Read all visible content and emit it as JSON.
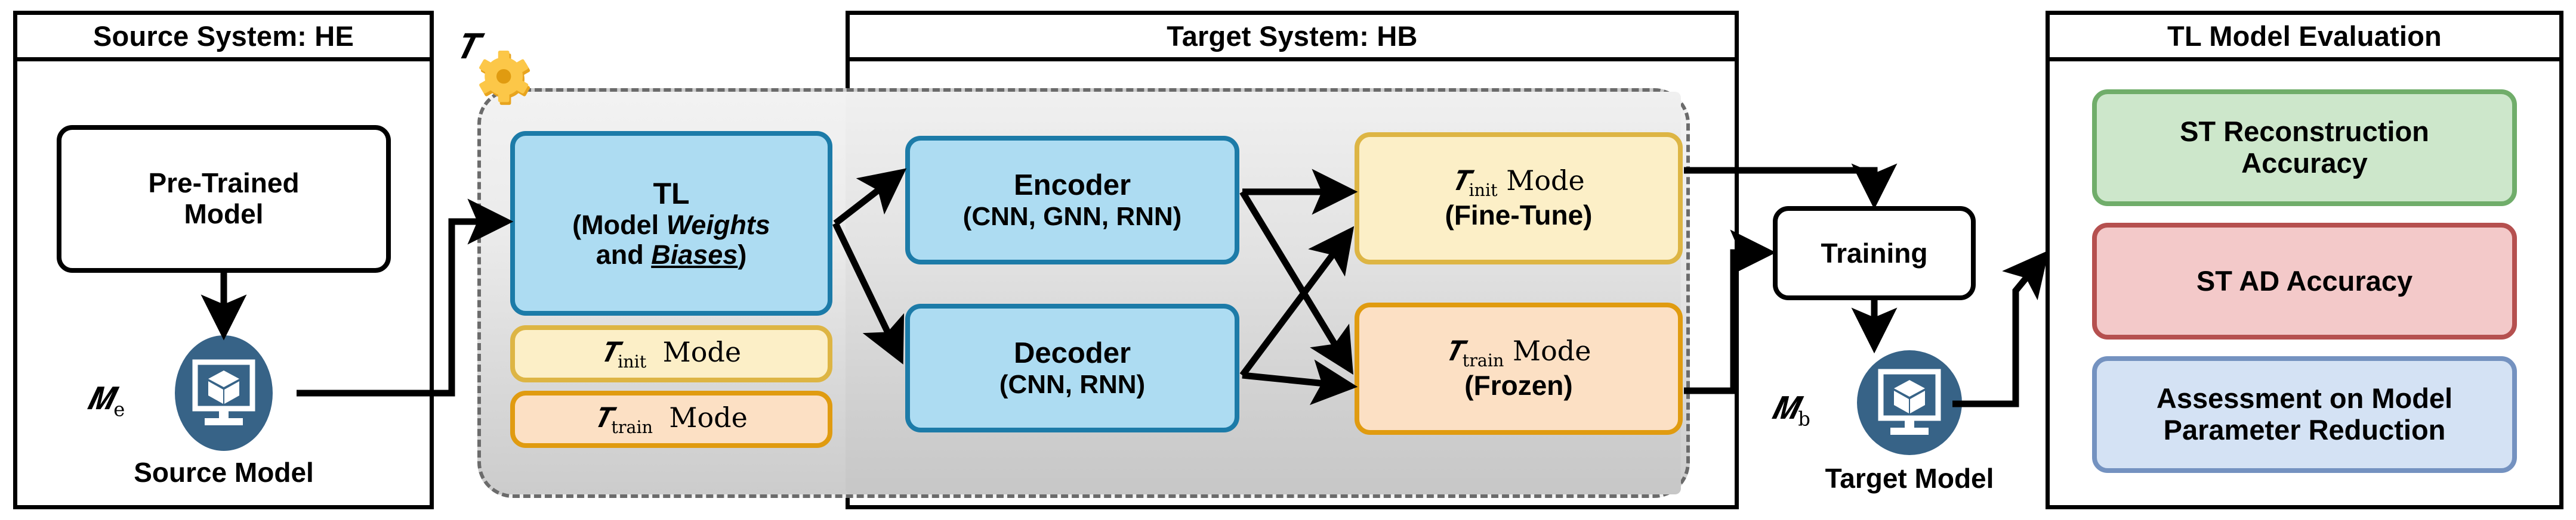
{
  "panels": {
    "source_system": {
      "title": "Source System: HE"
    },
    "target_system": {
      "title": "Target System: HB"
    },
    "evaluation": {
      "title": "TL Model Evaluation"
    }
  },
  "source": {
    "pretrained_model": {
      "line1": "Pre-Trained",
      "line2": "Model"
    },
    "source_model": {
      "symbol": "M",
      "subscript": "e",
      "caption": "Source Model",
      "icon": "model-monitor-icon"
    }
  },
  "transfer": {
    "tau_symbol": "T",
    "gear_icon": "gear-icon",
    "tl_block": {
      "line1": "TL",
      "line2": "(Model Weights",
      "line3": "and Biases)"
    },
    "modes": [
      {
        "symbol": "T",
        "subscript": "init",
        "label": "Mode",
        "style": "yellow"
      },
      {
        "symbol": "T",
        "subscript": "train",
        "label": "Mode",
        "style": "orange"
      }
    ]
  },
  "target": {
    "encoder": {
      "line1": "Encoder",
      "line2": "(CNN, GNN, RNN)"
    },
    "decoder": {
      "line1": "Decoder",
      "line2": "(CNN, RNN)"
    },
    "init_mode": {
      "symbol": "T",
      "subscript": "init",
      "label": "Mode",
      "line2": "(Fine-Tune)"
    },
    "train_mode": {
      "symbol": "T",
      "subscript": "train",
      "label": "Mode",
      "line2": "(Frozen)"
    },
    "training": {
      "label": "Training"
    },
    "target_model": {
      "symbol": "M",
      "subscript": "b",
      "caption": "Target Model",
      "icon": "model-monitor-icon"
    }
  },
  "evaluation": {
    "items": [
      {
        "line1": "ST Reconstruction",
        "line2": "Accuracy",
        "style": "green"
      },
      {
        "line1": "ST AD Accuracy",
        "line2": "",
        "style": "red"
      },
      {
        "line1": "Assessment on Model",
        "line2": "Parameter Reduction",
        "style": "lblue"
      }
    ]
  },
  "colors": {
    "blue_fill": "#ADDCF2",
    "blue_stroke": "#1C7BA8",
    "yellow_fill": "#FCEFC7",
    "yellow_stroke": "#DDB544",
    "orange_fill": "#FCE0C4",
    "orange_stroke": "#E09B10",
    "green_fill": "#CDE7CB",
    "green_stroke": "#70AD6A",
    "red_fill": "#F3C9C9",
    "red_stroke": "#B5504F",
    "lblue_fill": "#D4E2F4",
    "lblue_stroke": "#7492C0",
    "icon_blue": "#376387",
    "gear_gold": "#F2B233",
    "arrow": "#000000"
  }
}
